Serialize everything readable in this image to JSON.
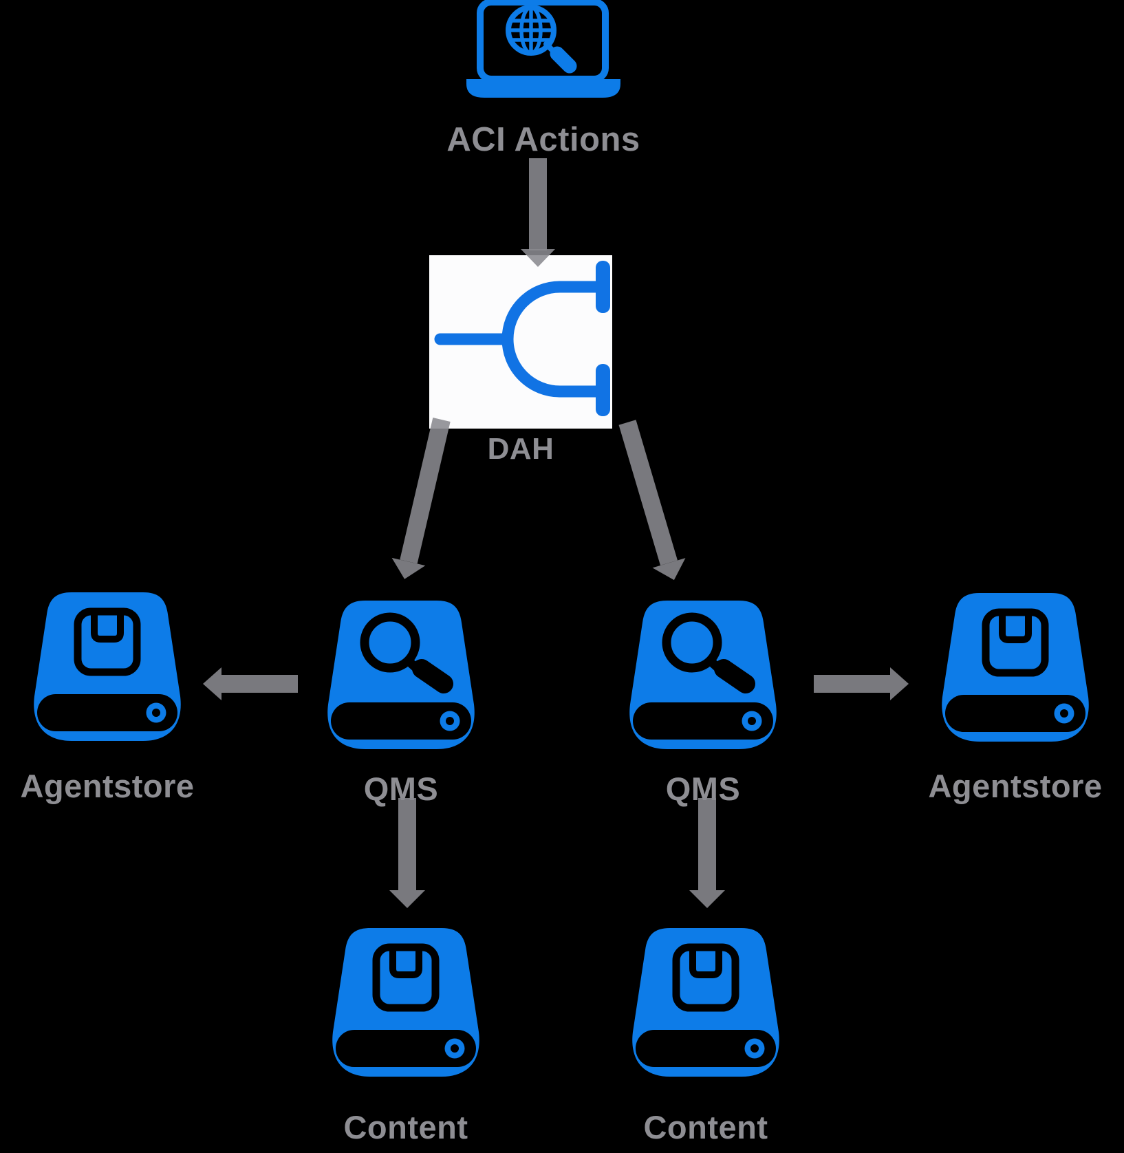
{
  "diagram": {
    "colors": {
      "bg": "#000000",
      "icon_blue": "#0d7ce8",
      "splitter_blue": "#1173e4",
      "label_gray": "#8e8e93",
      "arrow_gray": "#8a8a8f",
      "dah_box_white": "#fcfcfd"
    },
    "nodes": {
      "aci_actions": {
        "label": "ACI Actions",
        "icon": "laptop-globe-search-icon"
      },
      "dah": {
        "label": "DAH",
        "icon": "splitter-icon"
      },
      "qms_left": {
        "label": "QMS",
        "icon": "drive-search-icon"
      },
      "qms_right": {
        "label": "QMS",
        "icon": "drive-search-icon"
      },
      "agentstore_left": {
        "label": "Agentstore",
        "icon": "drive-package-icon"
      },
      "agentstore_right": {
        "label": "Agentstore",
        "icon": "drive-package-icon"
      },
      "content_left": {
        "label": "Content",
        "icon": "drive-package-icon"
      },
      "content_right": {
        "label": "Content",
        "icon": "drive-package-icon"
      }
    },
    "edges": [
      {
        "from": "aci_actions",
        "to": "dah"
      },
      {
        "from": "dah",
        "to": "qms_left"
      },
      {
        "from": "dah",
        "to": "qms_right"
      },
      {
        "from": "qms_left",
        "to": "agentstore_left"
      },
      {
        "from": "qms_right",
        "to": "agentstore_right"
      },
      {
        "from": "qms_left",
        "to": "content_left"
      },
      {
        "from": "qms_right",
        "to": "content_right"
      }
    ]
  }
}
